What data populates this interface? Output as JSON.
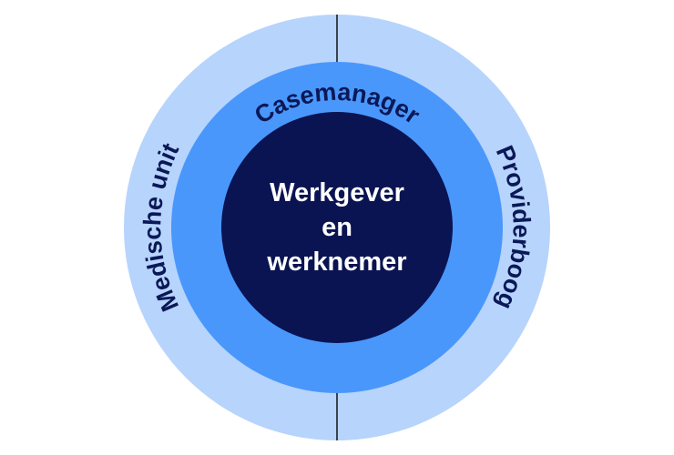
{
  "diagram": {
    "center": {
      "lines": [
        "Werkgever",
        "en",
        "werknemer"
      ]
    },
    "middle_ring": {
      "label": "Casemanager"
    },
    "outer_ring": {
      "left_label": "Medische unit",
      "right_label": "Providerboog"
    },
    "colors": {
      "outer": "#b7d4fc",
      "middle": "#4a97fc",
      "inner": "#0a1452",
      "ring_text": "#0b1857",
      "center_text": "#ffffff",
      "divider": "#111111"
    }
  }
}
